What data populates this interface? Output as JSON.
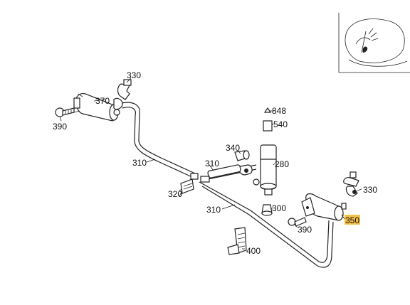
{
  "callouts": {
    "c330a": "330",
    "c370": "370",
    "c390a": "390",
    "c310a": "310",
    "c340": "340",
    "c310b": "310",
    "c320": "320",
    "c310c": "310",
    "c848": "848",
    "c540": "540",
    "c280": "280",
    "c300": "300",
    "c330b": "330",
    "c390b": "390",
    "c350": "350",
    "c400": "400"
  },
  "colors": {
    "highlight": "#f3c14a",
    "line": "#222222"
  },
  "highlighted_callout": "350"
}
